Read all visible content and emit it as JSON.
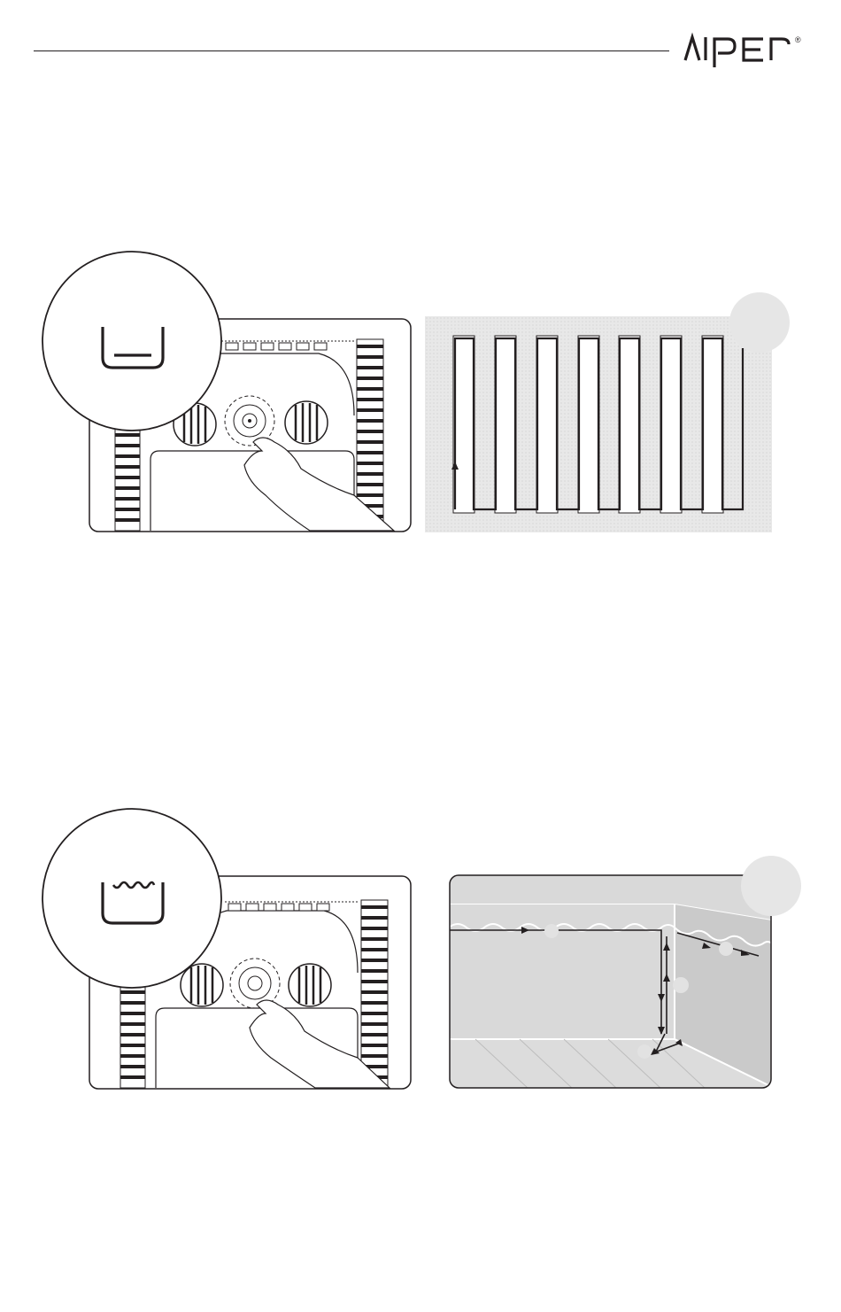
{
  "header": {
    "brand": "AIPER",
    "registered_mark": "®"
  },
  "colors": {
    "ink": "#231f20",
    "light_gray": "#e6e6e6",
    "mid_gray": "#d4d4d4",
    "marker_gray": "#e2e2e2"
  },
  "sections": [
    {
      "mode_icon": "floor-mode-icon",
      "robot_illustration": "robot-top-view-button-press",
      "path_illustration": "floor-zigzag-cleaning-path"
    },
    {
      "mode_icon": "waterline-mode-icon",
      "robot_illustration": "robot-top-view-button-press",
      "path_illustration": "wall-waterline-cleaning-path"
    }
  ]
}
